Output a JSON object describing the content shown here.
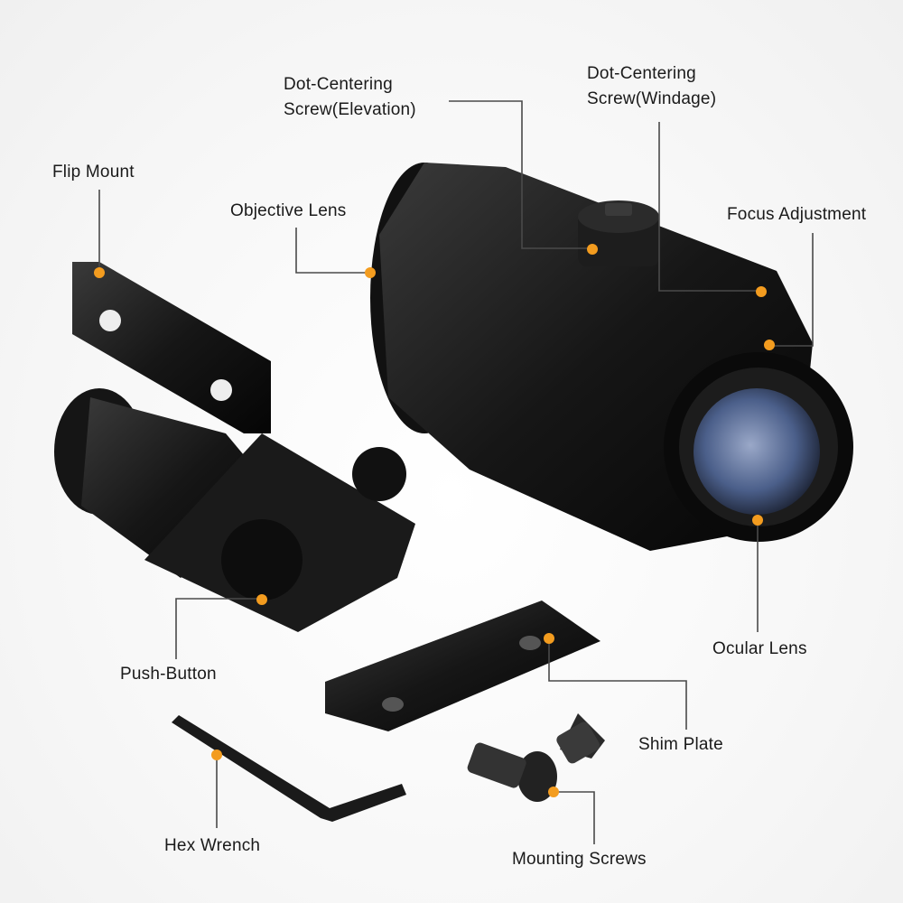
{
  "accent_color": "#f39c1f",
  "line_color": "#4a4a4a",
  "labels": {
    "flip_mount": "Flip Mount",
    "objective_lens": "Objective Lens",
    "elevation_line1": "Dot-Centering",
    "elevation_line2": "Screw(Elevation)",
    "windage_line1": "Dot-Centering",
    "windage_line2": "Screw(Windage)",
    "focus_adjustment": "Focus Adjustment",
    "ocular_lens": "Ocular Lens",
    "push_button": "Push-Button",
    "shim_plate": "Shim Plate",
    "hex_wrench": "Hex Wrench",
    "mounting_screws": "Mounting Screws"
  }
}
